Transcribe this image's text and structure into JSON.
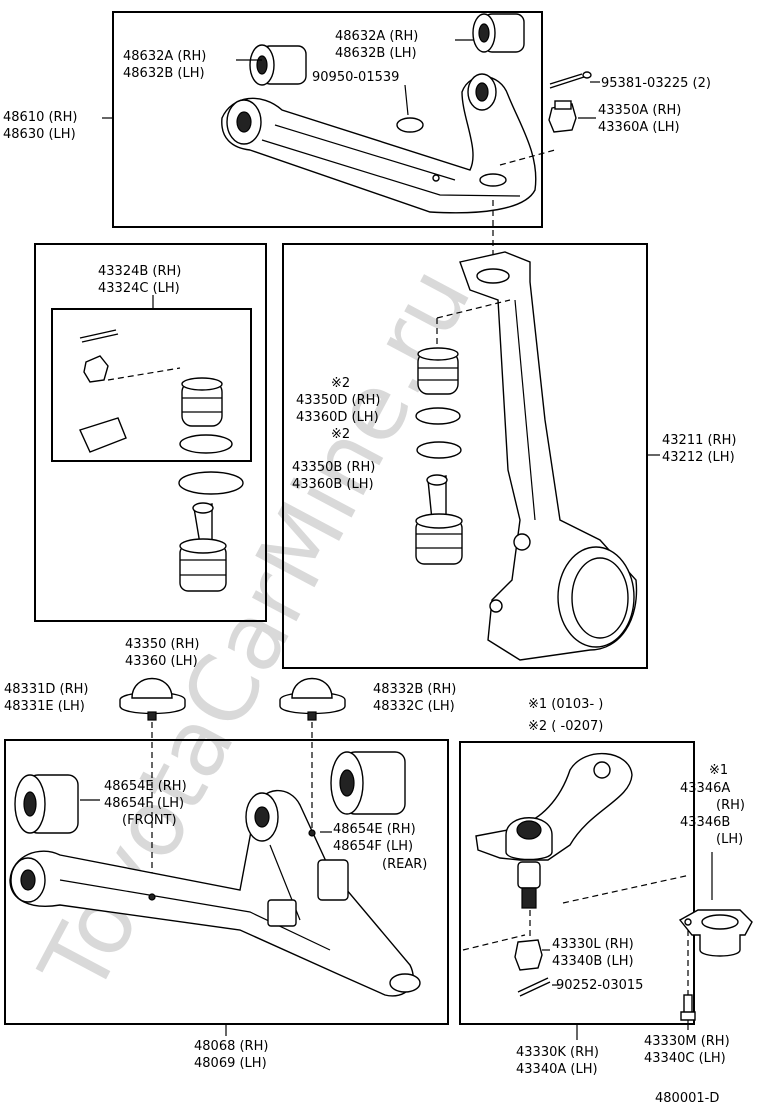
{
  "watermark": "ToyotaCarMine.ru",
  "upper_arm": {
    "bushing_left": [
      "48632A (RH)",
      "48632B (LH)"
    ],
    "bushing_right": [
      "48632A (RH)",
      "48632B (LH)"
    ],
    "plug": "90950-01539",
    "cotter_pin": "95381-03225 (2)",
    "nut": [
      "43350A (RH)",
      "43360A (LH)"
    ],
    "arm": [
      "48610 (RH)",
      "48630 (LH)"
    ]
  },
  "upper_ball_joint_kit": {
    "kit": [
      "43324B (RH)",
      "43324C (LH)"
    ],
    "assembly": [
      "43350 (RH)",
      "43360 (LH)"
    ]
  },
  "knuckle": {
    "marker_d": "※2",
    "boot": [
      "43350D (RH)",
      "43360D (LH)"
    ],
    "marker_b": "※2",
    "ring": [
      "43350B (RH)",
      "43360B (LH)"
    ],
    "knuckle": [
      "43211 (RH)",
      "43212 (LH)"
    ]
  },
  "lower_arm": {
    "stopper_left": [
      "48331D (RH)",
      "48331E (LH)"
    ],
    "stopper_right": [
      "48332B (RH)",
      "48332C (LH)"
    ],
    "bushing_front": [
      "48654E (RH)",
      "48654F (LH)",
      "(FRONT)"
    ],
    "bushing_rear": [
      "48654E (RH)",
      "48654F (LH)",
      "(REAR)"
    ],
    "arm": [
      "48068 (RH)",
      "48069 (LH)"
    ]
  },
  "lower_ball_joint": {
    "note1": "※1 (0103-        )",
    "note2": "※2 (        -0207)",
    "cover": [
      "※1",
      "43346A",
      "(RH)",
      "43346B",
      "(LH)"
    ],
    "nut": [
      "43330L (RH)",
      "43340B (LH)"
    ],
    "cotter_pin": "90252-03015",
    "bolt": [
      "43330M (RH)",
      "43340C (LH)"
    ],
    "joint": [
      "43330K (RH)",
      "43340A (LH)"
    ]
  },
  "illustration_code": "480001-D"
}
